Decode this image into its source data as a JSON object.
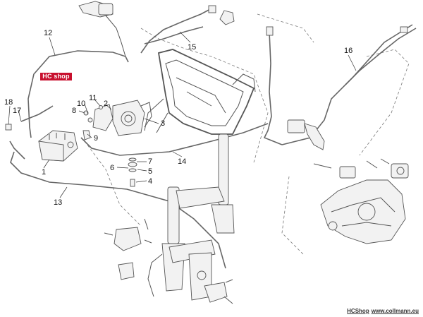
{
  "logo": {
    "text": "HC shop"
  },
  "footer": {
    "brand": "HCShop",
    "site": "www.collmann.eu"
  },
  "callouts": {
    "c1": "1",
    "c2": "2",
    "c3": "3",
    "c4": "4",
    "c5": "5",
    "c6": "6",
    "c7": "7",
    "c8": "8",
    "c9": "9",
    "c10": "10",
    "c11": "11",
    "c12": "12",
    "c13": "13",
    "c14": "14",
    "c15": "15",
    "c16": "16",
    "c17": "17",
    "c18": "18"
  },
  "colors": {
    "line": "#555555",
    "part": "#6a6a6a",
    "fill": "#f2f2f2",
    "logo": "#c8102e"
  }
}
